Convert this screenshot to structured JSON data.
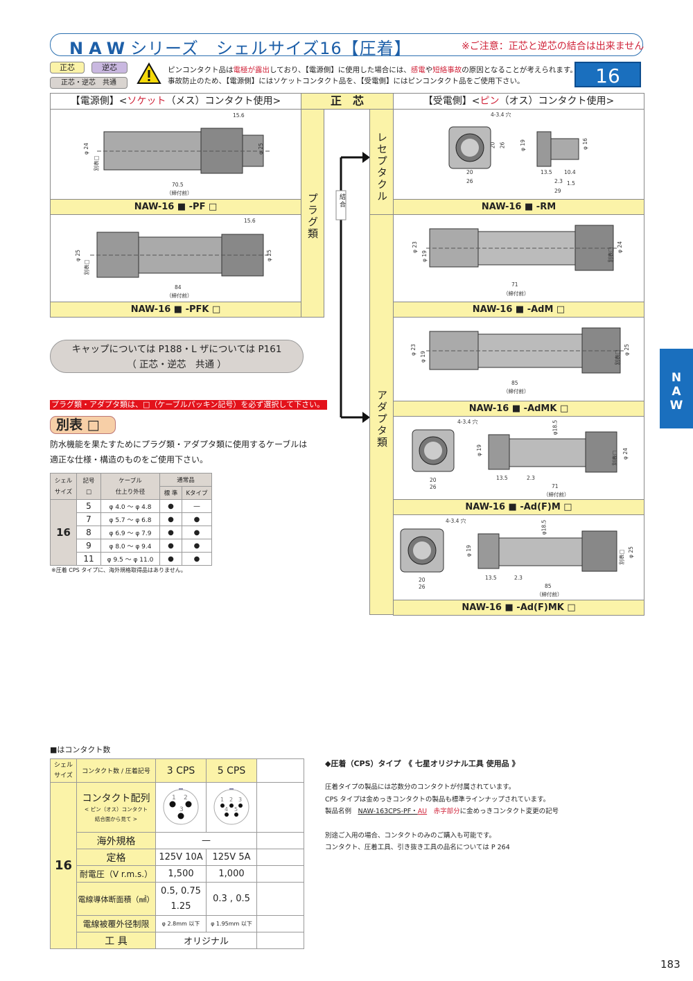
{
  "header": {
    "series": "NAW",
    "title_rest": "シリーズ　シェルサイズ16【圧着】",
    "caution": "※ご注意：正芯と逆芯の結合は出来ません",
    "size_badge": "16"
  },
  "tags": {
    "seishin": "正芯",
    "gyakushin": "逆芯",
    "common": "正芯・逆芯　共通"
  },
  "warning": {
    "l1_a": "ピンコンタクト品は",
    "l1_red1": "電極が露出",
    "l1_b": "しており、【電源側】に使用した場合には、",
    "l1_red2": "感電",
    "l1_c": "や",
    "l1_red3": "短絡事故",
    "l1_d": "の原因となることが考えられます。",
    "l2": "事故防止のため、【電源側】にはソケットコンタクト品を、【受電側】にはピンコンタクト品をご使用下さい。"
  },
  "columns": {
    "left_a": "【電源側】<",
    "left_red": "ソケット",
    "left_b": "（メス）コンタクト使用>",
    "center": "正　芯",
    "right_a": "【受電側】<",
    "right_red": "ピン",
    "right_b": "（オス）コンタクト使用>"
  },
  "categories": {
    "plug": "プラグ類",
    "receptacle": "レセプタクル",
    "adapter": "アダプタ類",
    "mate": "結合"
  },
  "products": {
    "pf": "NAW-16 ■ -PF □",
    "pfk": "NAW-16 ■ -PFK □",
    "rm": "NAW-16 ■ -RM",
    "adm": "NAW-16 ■ -AdM □",
    "admk": "NAW-16 ■ -AdMK □",
    "adfm": "NAW-16 ■ -Ad(F)M □",
    "adfmk": "NAW-16 ■ -Ad(F)MK □"
  },
  "dims": {
    "pf": {
      "a": "15.6",
      "b": "φ 24",
      "c": "φ 25",
      "len": "70.5",
      "note": "（締付前）",
      "tbl": "別表□"
    },
    "pfk": {
      "a": "15.6",
      "b": "φ 25",
      "c": "φ 25",
      "len": "84",
      "note": "（締付前）",
      "tbl": "別表□"
    },
    "rm": {
      "hole": "4-3.4 穴",
      "a": "20",
      "b": "26",
      "c": "20",
      "d": "26",
      "e": "φ 19",
      "f": "φ 16",
      "g": "13.5",
      "h": "10.4",
      "i": "2.3",
      "j": "1.5",
      "k": "29"
    },
    "adm": {
      "a": "φ 23",
      "b": "φ 19",
      "c": "φ 24",
      "len": "71",
      "note": "（締付前）",
      "tbl": "別表□"
    },
    "admk": {
      "a": "φ 23",
      "b": "φ 19",
      "c": "φ 25",
      "len": "85",
      "note": "（締付前）",
      "tbl": "別表□"
    },
    "adfm": {
      "hole": "4-3.4 穴",
      "a": "20",
      "b": "26",
      "e": "φ 19",
      "f": "φ18.5",
      "g": "13.5",
      "h": "2.3",
      "c": "φ 24",
      "len": "71",
      "note": "（締付前）",
      "tbl": "別表□"
    },
    "adfmk": {
      "hole": "4-3.4 穴",
      "a": "20",
      "b": "26",
      "e": "φ 19",
      "f": "φ18.5",
      "g": "13.5",
      "h": "2.3",
      "c": "φ 25",
      "len": "85",
      "note": "（締付前）",
      "tbl": "別表□"
    }
  },
  "cap": {
    "l1": "キャップについては P188・L ザについては P161",
    "l2": "（ 正芯・逆芯　共通 ）"
  },
  "red_bar": "プラグ類・アダプタ類は、□（ケーブルパッキン記号）を必ず選択して下さい。",
  "beppyo": "別表 □",
  "para": {
    "l1": "防水機能を果たすためにプラグ類・アダプタ類に使用するケーブルは",
    "l2": "適正な仕様・構造のものをご使用下さい。"
  },
  "cable_table": {
    "h_shell": "シェル\nサイズ",
    "h_code": "記号\n□",
    "h_cable": "ケーブル\n仕上り外径",
    "h_normal": "通常品",
    "h_std": "標 準",
    "h_k": "Kタイプ",
    "shell": "16",
    "rows": [
      {
        "code": "5",
        "range": "φ 4.0 〜 φ  4.8",
        "std": "●",
        "k": "—"
      },
      {
        "code": "7",
        "range": "φ 5.7 〜 φ  6.8",
        "std": "●",
        "k": "●"
      },
      {
        "code": "8",
        "range": "φ 6.9 〜 φ  7.9",
        "std": "●",
        "k": "●"
      },
      {
        "code": "9",
        "range": "φ 8.0 〜 φ  9.4",
        "std": "●",
        "k": "●"
      },
      {
        "code": "11",
        "range": "φ 9.5 〜 φ 11.0",
        "std": "●",
        "k": "●"
      }
    ],
    "note": "※圧着 CPS タイプに、海外規格取得品はありません。"
  },
  "contact_table": {
    "caption": "■はコンタクト数",
    "h_shell": "シェル\nサイズ",
    "h_count": "コンタクト数 / 圧着記号",
    "c3": "3 CPS",
    "c5": "5 CPS",
    "shell": "16",
    "arr_label": "コンタクト配列",
    "arr_sub1": "< ピン（オス）コンタクト",
    "arr_sub2": "結合面から見て >",
    "pins3": [
      "1",
      "2",
      "3"
    ],
    "pins5": [
      "1",
      "2",
      "3",
      "4",
      "5"
    ],
    "overseas": "海外規格",
    "overseas_v": "—",
    "rating": "定格",
    "rating3": "125V 10A",
    "rating5": "125V 5A",
    "withstand": "耐電圧（V r.m.s.）",
    "withstand3": "1,500",
    "withstand5": "1,000",
    "wire": "電線導体断面積（㎟）",
    "wire3a": "0.5, 0.75",
    "wire3b": "1.25",
    "wire5": "0.3 , 0.5",
    "jacket": "電線被覆外径制限",
    "jacket3": "φ 2.8mm 以下",
    "jacket5": "φ 1.95mm 以下",
    "tool": "工 具",
    "tool_v": "オリジナル"
  },
  "info": {
    "title": "◆圧着（CPS）タイプ　《 七星オリジナル工具 使用品 》",
    "l1": "圧着タイプの製品には芯数分のコンタクトが付属されています。",
    "l2": "CPS タイプは金めっきコンタクトの製品も標準ラインナップされています。",
    "l3_a": "製品名例　",
    "l3_pn": "NAW-163CPS-PF・",
    "l3_au": "AU",
    "l3_red": "赤字部分",
    "l3_b": "に金めっきコンタクト変更の記号",
    "l4": "別途ご入用の場合、コンタクトのみのご購入も可能です。",
    "l5": "コンタクト、圧着工具、引き抜き工具の品名については P 264"
  },
  "side_tab": [
    "N",
    "A",
    "W"
  ],
  "page_number": "183"
}
